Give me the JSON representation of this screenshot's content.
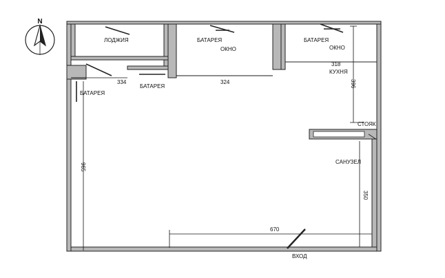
{
  "compass": {
    "north_label": "N"
  },
  "rooms": {
    "loggia": "ЛОДЖИЯ",
    "kitchen": "КУХНЯ",
    "bathroom": "САНУЗЕЛ"
  },
  "labels": {
    "radiator": "БАТАРЕЯ",
    "window": "ОКНО",
    "riser": "СТОЯК",
    "entrance": "ВХОД"
  },
  "dimensions": {
    "loggia_width": "334",
    "middle_window_width": "324",
    "kitchen_width": "318",
    "kitchen_depth": "396",
    "room_height": "965",
    "bathroom_length": "350",
    "bottom_width": "670"
  },
  "colors": {
    "wall_fill": "#b8b8b8",
    "line": "#222222"
  }
}
